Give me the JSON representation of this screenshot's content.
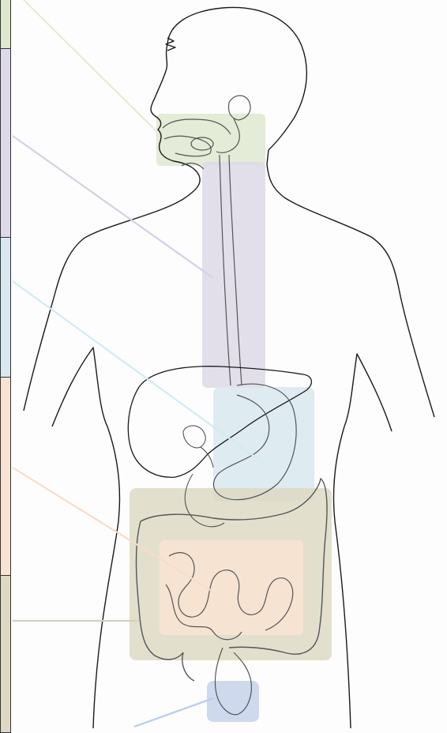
{
  "diagram": {
    "type": "digestive-system-anatomy",
    "regions": [
      {
        "id": "mouth",
        "color": "#dfe8cf"
      },
      {
        "id": "esophagus",
        "color": "#ddd9e8"
      },
      {
        "id": "stomach",
        "color": "#d8e8ee"
      },
      {
        "id": "small-intestine",
        "color": "#f8e3d3"
      },
      {
        "id": "large-intestine",
        "color": "#ddd9c4"
      },
      {
        "id": "rectum",
        "color": "#c9d5ec"
      }
    ],
    "leader_colors": {
      "mouth": "#e5ecd2",
      "esophagus": "#d5d0e6",
      "stomach": "#d3ebf2",
      "small-intestine": "#f8dcc7",
      "large-intestine": "#d6d1bd",
      "rectum": "#b8ccea"
    },
    "outline_color": "#1a1a1a",
    "organ_line_color": "#555555"
  }
}
